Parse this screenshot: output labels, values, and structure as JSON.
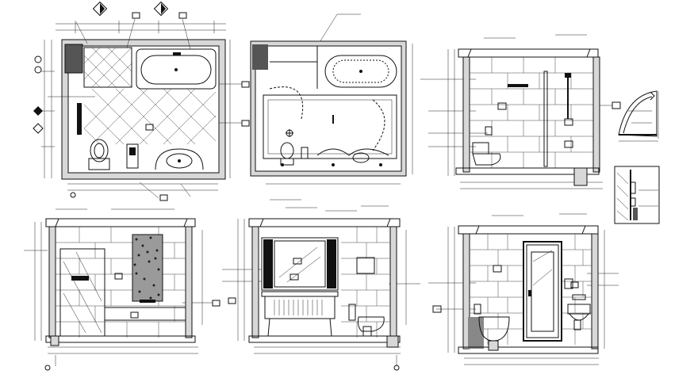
{
  "sheet": {
    "colors": {
      "ink": "#111111",
      "wall_fill": "#d8d8d8",
      "paper": "#ffffff",
      "stone": "#555555"
    }
  },
  "panels": [
    {
      "id": "plan-1",
      "kind": "plan",
      "icon": "bathroom-plan-layout"
    },
    {
      "id": "plan-2",
      "kind": "ceiling-plan",
      "icon": "bathroom-ceiling-plan"
    },
    {
      "id": "elevation-a",
      "kind": "elevation",
      "icon": "shower-wall-elevation"
    },
    {
      "id": "detail-a",
      "kind": "detail",
      "icon": "curved-niche-detail"
    },
    {
      "id": "detail-b",
      "kind": "detail",
      "icon": "wall-section-detail"
    },
    {
      "id": "elevation-b",
      "kind": "elevation",
      "icon": "glass-partition-elevation"
    },
    {
      "id": "elevation-c",
      "kind": "elevation",
      "icon": "vanity-mirror-elevation"
    },
    {
      "id": "elevation-d",
      "kind": "elevation",
      "icon": "door-bath-elevation"
    }
  ]
}
